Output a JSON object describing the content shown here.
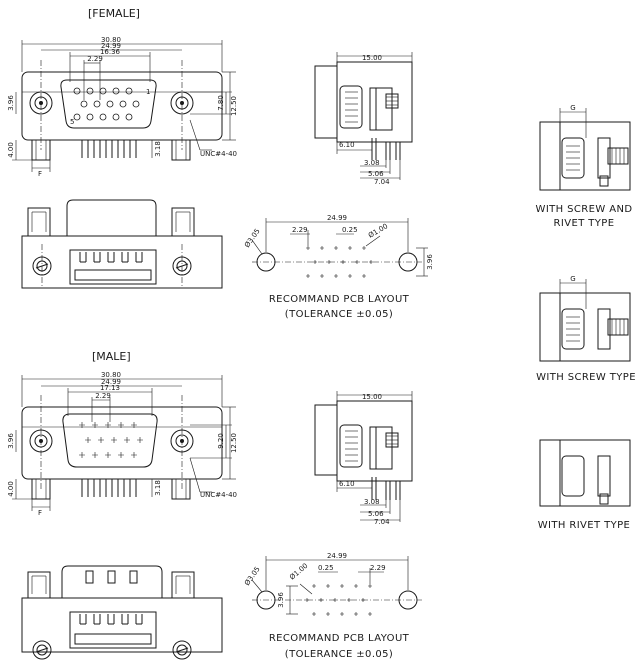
{
  "female": {
    "title": "[FEMALE]",
    "front": {
      "d1": "30.80",
      "d2": "24.99",
      "d3": "16.36",
      "d4": "2.29",
      "left_h": "3.96",
      "right_a": "7.80",
      "right_b": "12.50",
      "bottom_l": "4.00",
      "bottom_r": "3.18",
      "f_label": "F",
      "thread": "UNC#4-40",
      "pin1": "1",
      "pin5": "5"
    },
    "side": {
      "top": "15.00",
      "left": "6.10",
      "d1": "3.08",
      "d2": "5.06",
      "d3": "7.04"
    },
    "pcb": {
      "d1": "24.99",
      "d2": "2.29",
      "d3": "0.25",
      "hole_a": "Ø1.00",
      "hole_b": "Ø3.05",
      "right": "3.96",
      "caption1": "RECOMMAND  PCB  LAYOUT",
      "caption2": "(TOLERANCE  ±0.05)"
    }
  },
  "male": {
    "title": "[MALE]",
    "front": {
      "d1": "30.80",
      "d2": "24.99",
      "d3": "17.13",
      "d4": "2.29",
      "left_h": "3.96",
      "right_a": "9.20",
      "right_b": "12.50",
      "bottom_l": "4.00",
      "bottom_r": "3.18",
      "f_label": "F",
      "thread": "UNC#4-40"
    },
    "side": {
      "top": "15.00",
      "left": "6.10",
      "d1": "3.08",
      "d2": "5.06",
      "d3": "7.04"
    },
    "pcb": {
      "d1": "24.99",
      "d2": "0.25",
      "d3": "2.29",
      "hole_a": "Ø1.00",
      "hole_b": "Ø3.05",
      "left": "3.96",
      "caption1": "RECOMMAND  PCB  LAYOUT",
      "caption2": "(TOLERANCE  ±0.05)"
    }
  },
  "variants": {
    "a": {
      "g": "G",
      "line1": "WITH  SCREW  AND",
      "line2": "RIVET  TYPE"
    },
    "b": {
      "g": "G",
      "line1": "WITH  SCREW  TYPE"
    },
    "c": {
      "line1": "WITH  RIVET  TYPE"
    }
  }
}
